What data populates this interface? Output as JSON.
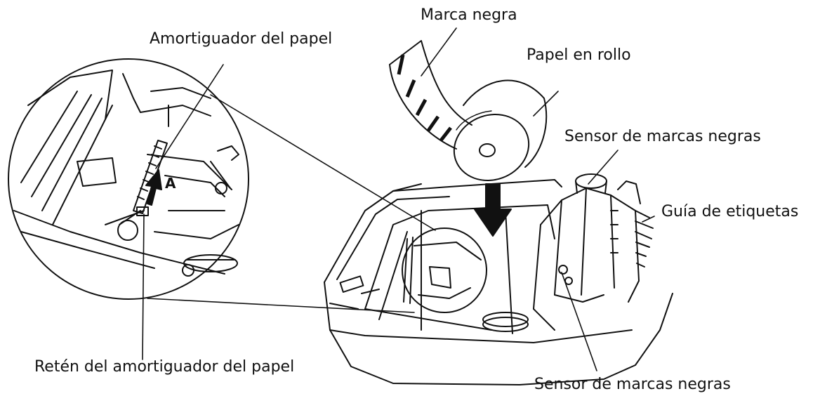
{
  "labels": {
    "marca_negra": "Marca negra",
    "amortiguador": "Amortiguador del papel",
    "papel_rollo": "Papel en rollo",
    "sensor_top": "Sensor de marcas negras",
    "guia": "Guía de etiquetas",
    "reten": "Retén del amortiguador del papel",
    "sensor_bottom": "Sensor de marcas negras"
  },
  "callout_letter": "A",
  "colors": {
    "ink": "#111111",
    "paper": "#ffffff"
  }
}
